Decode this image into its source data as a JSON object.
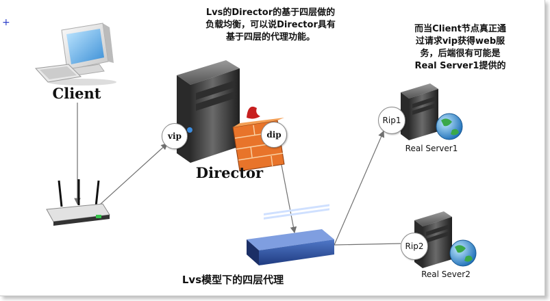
{
  "corner_mark": "+",
  "top_note": [
    "Lvs的Director的基于四层做的",
    "负载均衡，可以说Director具有",
    "基于四层的代理功能。"
  ],
  "right_note": [
    "而当Client节点真正通",
    "过请求vip获得web服",
    "务，后端很有可能是",
    "Real Server1提供的"
  ],
  "client_label": "Client",
  "director_label": "Director",
  "vip_label": "vip",
  "dip_label": "dip",
  "rip1_label": "Rip1",
  "rip2_label": "Rip2",
  "rs1_label": "Real Server1",
  "rs2_label": "Real Sever2",
  "caption": "Lvs模型下的四层代理",
  "colors": {
    "line": "#707070",
    "firewall": "#e8742a",
    "switch": "#2d4f9e",
    "globe": "#3a8fd1"
  },
  "icons": [
    "computer-icon",
    "router-icon",
    "server-icon",
    "firewall-icon",
    "switch-icon",
    "globe-icon"
  ]
}
